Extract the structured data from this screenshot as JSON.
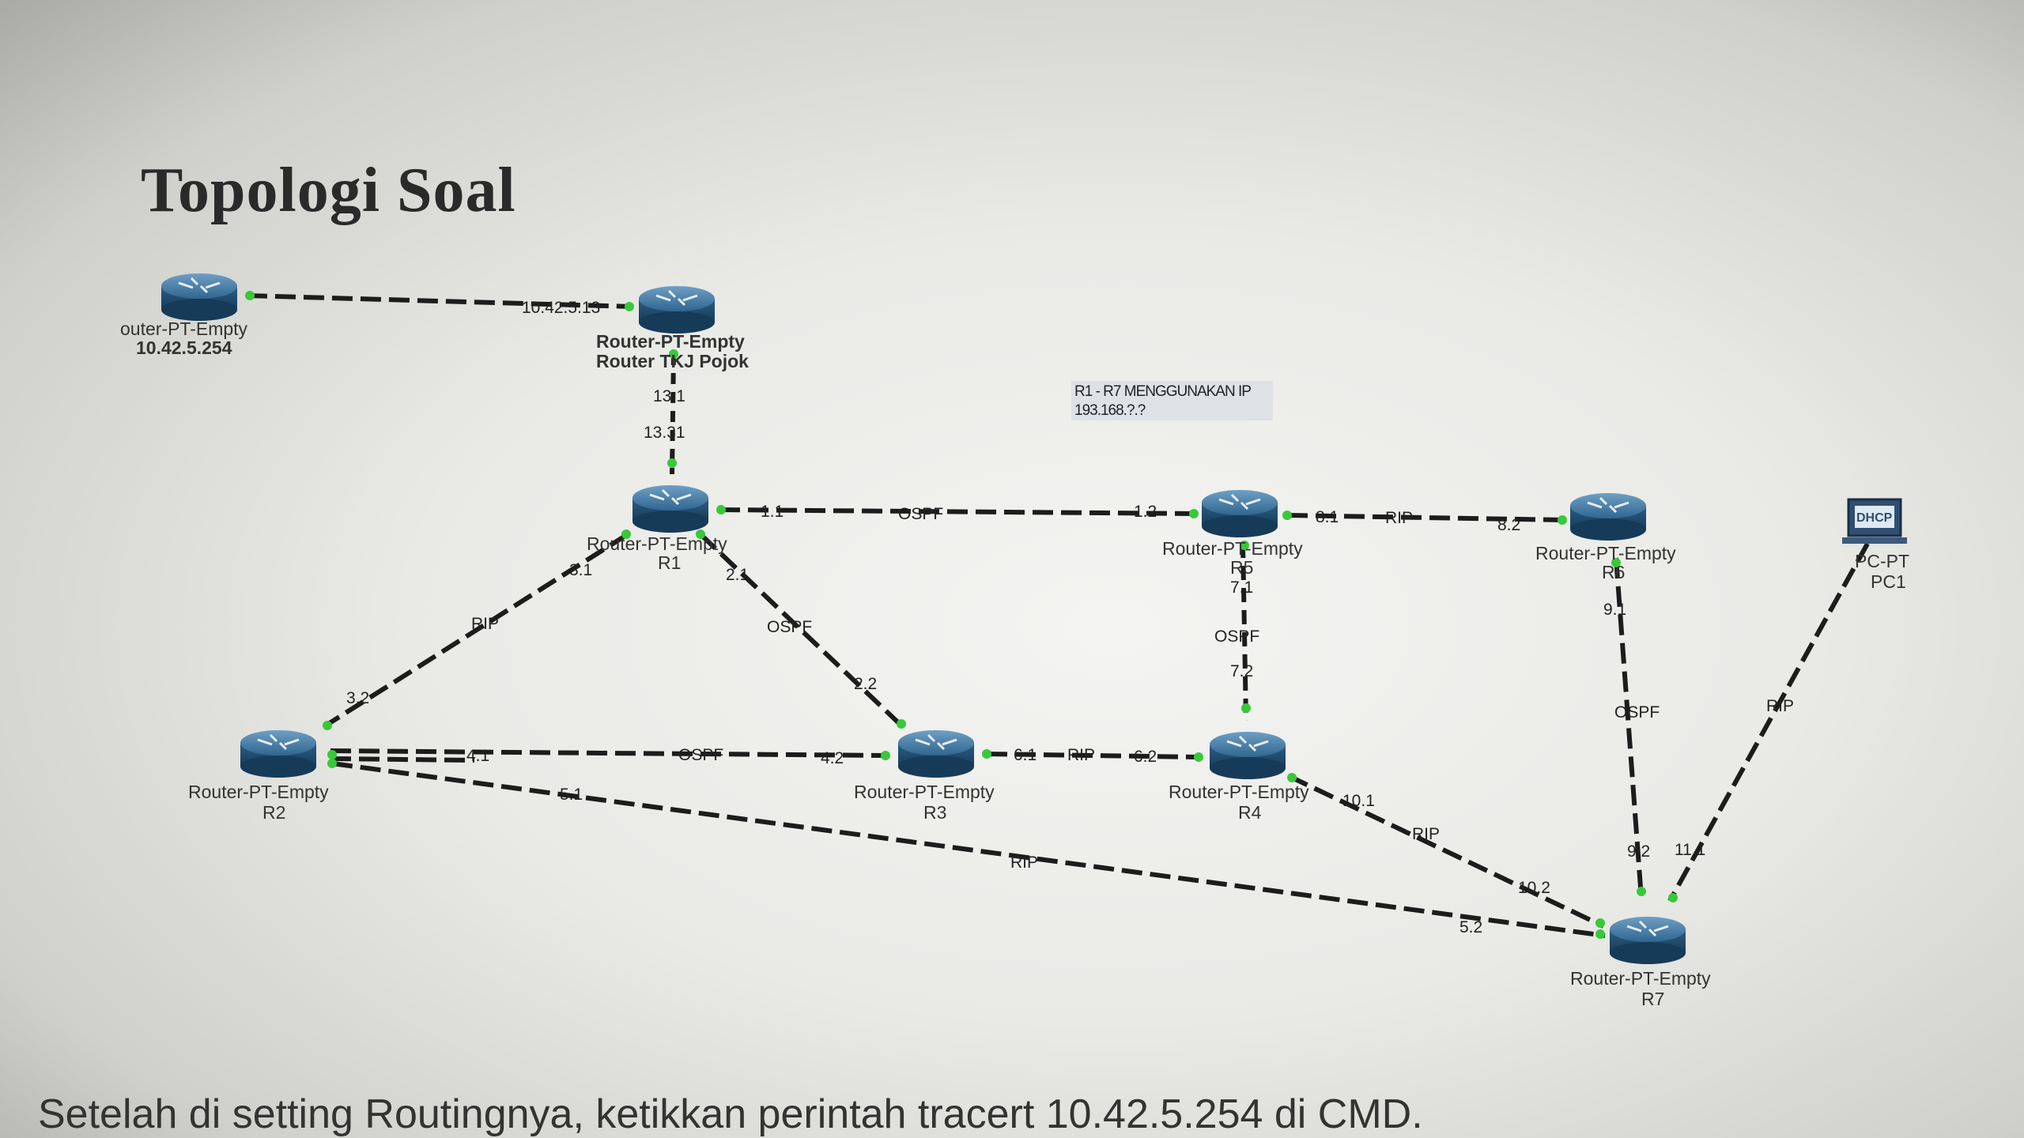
{
  "slide": {
    "title": "Topologi Soal",
    "note_line1": "R1 - R7 MENGGUNAKAN IP",
    "note_line2": "193.168.?.?",
    "bottom_text": "Setelah di setting Routingnya, ketikkan perintah tracert 10.42.5.254 di CMD."
  },
  "devices": {
    "r_isp": {
      "model": "outer-PT-Empty",
      "name": "10.42.5.254"
    },
    "r_tkj": {
      "model": "Router-PT-Empty",
      "name": "Router TKJ Pojok"
    },
    "r1": {
      "model": "Router-PT-Empty",
      "name": "R1"
    },
    "r2": {
      "model": "Router-PT-Empty",
      "name": "R2"
    },
    "r3": {
      "model": "Router-PT-Empty",
      "name": "R3"
    },
    "r4": {
      "model": "Router-PT-Empty",
      "name": "R4"
    },
    "r5": {
      "model": "Router-PT-Empty",
      "name": "R5"
    },
    "r6": {
      "model": "Router-PT-Empty",
      "name": "R6"
    },
    "r7": {
      "model": "Router-PT-Empty",
      "name": "R7"
    },
    "pc1": {
      "model": "PC-PT",
      "name": "PC1",
      "badge": "DHCP"
    }
  },
  "links": {
    "isp_tkj": {
      "ip_b": "10.42.5.13"
    },
    "tkj_r1": {
      "ip_a": "13.1",
      "ip_b": "13.31"
    },
    "r1_r5": {
      "ip_a": "1.1",
      "protocol": "OSPF",
      "ip_b": "1.2"
    },
    "r5_r6": {
      "ip_a": "8.1",
      "protocol": "RIP",
      "ip_b": "8.2"
    },
    "r1_r2": {
      "ip_a": "3.1",
      "protocol": "RIP",
      "ip_b": "3.2"
    },
    "r1_r3": {
      "ip_a": "2.1",
      "protocol": "OSPF",
      "ip_b": "2.2"
    },
    "r5_r4": {
      "ip_a": "7.1",
      "protocol": "OSPF",
      "ip_b": "7.2"
    },
    "r6_r7": {
      "ip_a": "9.1",
      "protocol": "OSPF",
      "ip_b": "9.2"
    },
    "r2_r3": {
      "ip_a": "4.1",
      "protocol": "OSPF",
      "ip_b": "4.2"
    },
    "r3_r4": {
      "ip_a": "6.1",
      "protocol": "RIP",
      "ip_b": "6.2"
    },
    "r2_r7": {
      "ip_a": "5.1",
      "protocol": "RIP",
      "ip_b": "5.2"
    },
    "r4_r7": {
      "ip_a": "10.1",
      "protocol": "RIP",
      "ip_b": "10.2"
    },
    "pc_r7": {
      "protocol": "RIP",
      "ip_b": "11.1"
    }
  },
  "colors": {
    "router_body": "#2c5f86",
    "router_top": "#4f88b2",
    "port_green": "#39c839",
    "cable": "#1c1c1c"
  }
}
